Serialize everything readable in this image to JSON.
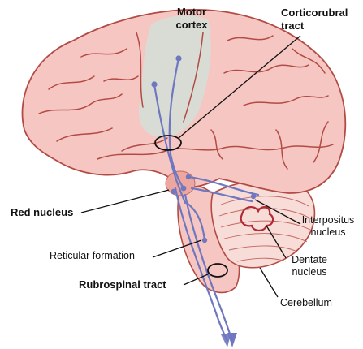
{
  "labels": {
    "motor_cortex": "Motor cortex",
    "corticorubral_tract": "Corticorubral tract",
    "red_nucleus": "Red nucleus",
    "interpositus_nucleus": "Interpositus nucleus",
    "dentate_nucleus": "Dentate nucleus",
    "reticular_formation": "Reticular formation",
    "rubrospinal_tract": "Rubrospinal tract",
    "cerebellum": "Cerebellum"
  },
  "colors": {
    "brain_fill": "#f6c7c2",
    "brain_outline": "#b34a44",
    "motor_cortex_fill": "#d7ddd6",
    "tract": "#6e77c0",
    "dentate": "#b22a33"
  }
}
